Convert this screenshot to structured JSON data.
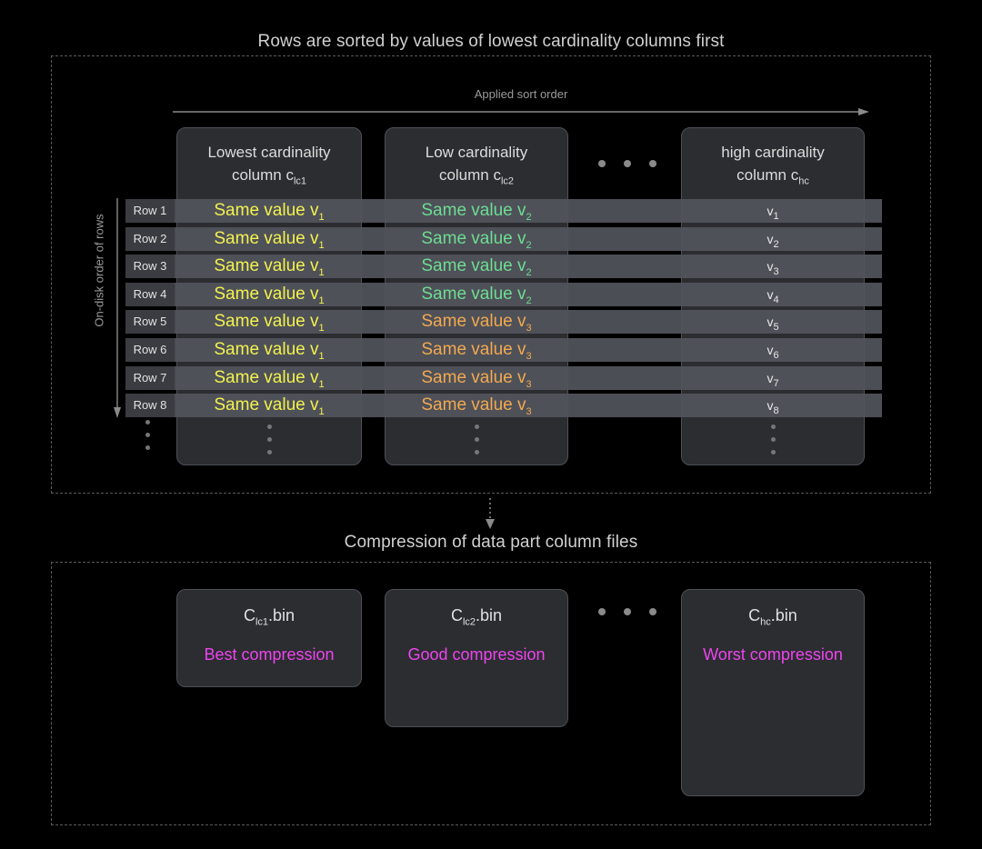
{
  "titles": {
    "top": "Rows are sorted by values of lowest cardinality columns first",
    "middle": "Compression of data part column files"
  },
  "axes": {
    "sort_order_label": "Applied sort order",
    "on_disk_label": "On-disk order of rows"
  },
  "colors": {
    "background": "#000000",
    "card": "#2b2d31",
    "card_border": "#4e5058",
    "row_band": "#53555c",
    "value_v1": "#f2f24d",
    "value_v2": "#6ddd92",
    "value_v3": "#f2a94f",
    "compression": "#ef44ef",
    "muted_text": "#9a9a9a"
  },
  "table": {
    "columns": [
      {
        "id": "lc1",
        "header_line1": "Lowest cardinality",
        "header_line2": "column c",
        "header_sub": "lc1"
      },
      {
        "id": "lc2",
        "header_line1": "Low cardinality",
        "header_line2": "column c",
        "header_sub": "lc2"
      },
      {
        "id": "hc",
        "header_line1": "high cardinality",
        "header_line2": "column c",
        "header_sub": "hc"
      }
    ],
    "ellipsis_label": "...",
    "rows": [
      {
        "label": "Row 1",
        "lc1": {
          "text": "Same value v",
          "sub": "1",
          "color": "v-yellow"
        },
        "lc2": {
          "text": "Same value v",
          "sub": "2",
          "color": "v-green"
        },
        "hc": {
          "text": "v",
          "sub": "1"
        }
      },
      {
        "label": "Row 2",
        "lc1": {
          "text": "Same value v",
          "sub": "1",
          "color": "v-yellow"
        },
        "lc2": {
          "text": "Same value v",
          "sub": "2",
          "color": "v-green"
        },
        "hc": {
          "text": "v",
          "sub": "2"
        }
      },
      {
        "label": "Row 3",
        "lc1": {
          "text": "Same value v",
          "sub": "1",
          "color": "v-yellow"
        },
        "lc2": {
          "text": "Same value v",
          "sub": "2",
          "color": "v-green"
        },
        "hc": {
          "text": "v",
          "sub": "3"
        }
      },
      {
        "label": "Row 4",
        "lc1": {
          "text": "Same value v",
          "sub": "1",
          "color": "v-yellow"
        },
        "lc2": {
          "text": "Same value v",
          "sub": "2",
          "color": "v-green"
        },
        "hc": {
          "text": "v",
          "sub": "4"
        }
      },
      {
        "label": "Row 5",
        "lc1": {
          "text": "Same value v",
          "sub": "1",
          "color": "v-yellow"
        },
        "lc2": {
          "text": "Same value v",
          "sub": "3",
          "color": "v-orange"
        },
        "hc": {
          "text": "v",
          "sub": "5"
        }
      },
      {
        "label": "Row 6",
        "lc1": {
          "text": "Same value v",
          "sub": "1",
          "color": "v-yellow"
        },
        "lc2": {
          "text": "Same value v",
          "sub": "3",
          "color": "v-orange"
        },
        "hc": {
          "text": "v",
          "sub": "6"
        }
      },
      {
        "label": "Row 7",
        "lc1": {
          "text": "Same value v",
          "sub": "1",
          "color": "v-yellow"
        },
        "lc2": {
          "text": "Same value v",
          "sub": "3",
          "color": "v-orange"
        },
        "hc": {
          "text": "v",
          "sub": "7"
        }
      },
      {
        "label": "Row 8",
        "lc1": {
          "text": "Same value v",
          "sub": "1",
          "color": "v-yellow"
        },
        "lc2": {
          "text": "Same value v",
          "sub": "3",
          "color": "v-orange"
        },
        "hc": {
          "text": "v",
          "sub": "8"
        }
      }
    ]
  },
  "compression": {
    "files": [
      {
        "id": "lc1",
        "name_prefix": "C",
        "name_sub": "lc1",
        "name_suffix": ".bin",
        "note": "Best compression"
      },
      {
        "id": "lc2",
        "name_prefix": "C",
        "name_sub": "lc2",
        "name_suffix": ".bin",
        "note": "Good compression"
      },
      {
        "id": "hc",
        "name_prefix": "C",
        "name_sub": "hc",
        "name_suffix": ".bin",
        "note": "Worst compression"
      }
    ],
    "ellipsis_label": "..."
  }
}
